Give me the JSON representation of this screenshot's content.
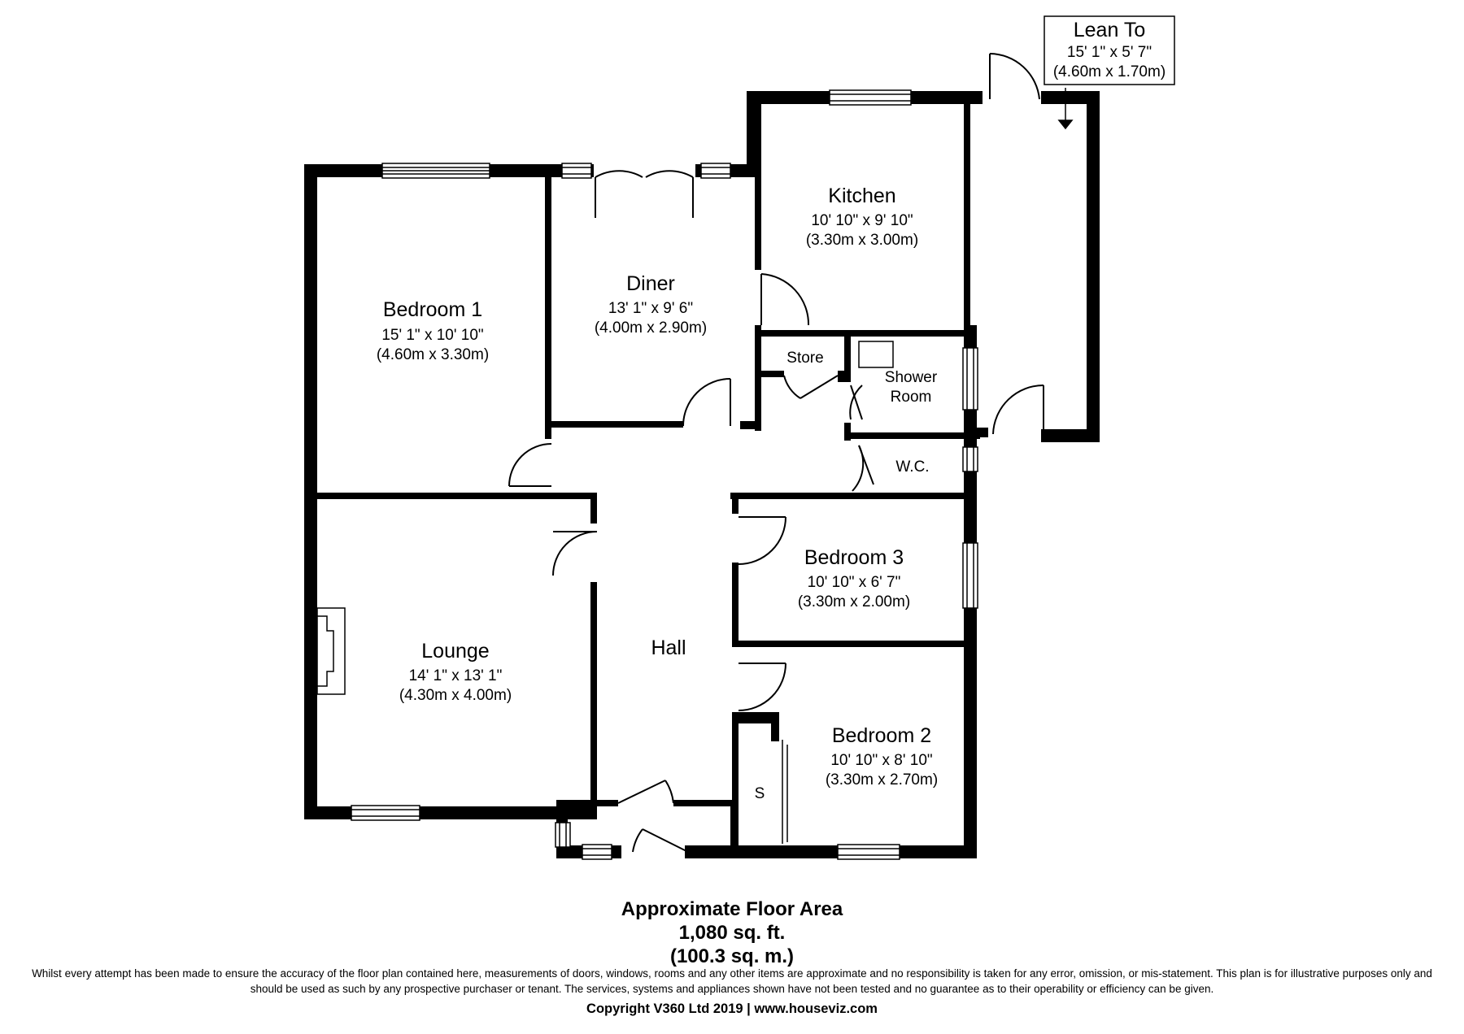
{
  "rooms": {
    "bedroom1": {
      "name": "Bedroom 1",
      "dim_imperial": "15' 1\" x 10' 10\"",
      "dim_metric": "(4.60m x 3.30m)"
    },
    "diner": {
      "name": "Diner",
      "dim_imperial": "13' 1\" x 9' 6\"",
      "dim_metric": "(4.00m x 2.90m)"
    },
    "kitchen": {
      "name": "Kitchen",
      "dim_imperial": "10' 10\" x 9' 10\"",
      "dim_metric": "(3.30m x 3.00m)"
    },
    "lean_to": {
      "name": "Lean To",
      "dim_imperial": "15' 1\" x 5' 7\"",
      "dim_metric": "(4.60m x 1.70m)"
    },
    "store": {
      "name": "Store"
    },
    "shower": {
      "name_line1": "Shower",
      "name_line2": "Room"
    },
    "wc": {
      "name": "W.C."
    },
    "bedroom3": {
      "name": "Bedroom 3",
      "dim_imperial": "10' 10\" x 6' 7\"",
      "dim_metric": "(3.30m x 2.00m)"
    },
    "hall": {
      "name": "Hall"
    },
    "lounge": {
      "name": "Lounge",
      "dim_imperial": "14' 1\" x 13' 1\"",
      "dim_metric": "(4.30m x 4.00m)"
    },
    "bedroom2": {
      "name": "Bedroom 2",
      "dim_imperial": "10' 10\" x 8' 10\"",
      "dim_metric": "(3.30m x 2.70m)"
    },
    "storage": {
      "name": "S"
    }
  },
  "footer": {
    "area_title": "Approximate Floor Area",
    "area_sqft": "1,080 sq. ft.",
    "area_sqm": "(100.3 sq. m.)",
    "disclaimer": "Whilst every attempt has been made to ensure the accuracy of the floor plan contained here, measurements of doors, windows, rooms and any other items are approximate and no responsibility is taken for any error, omission, or mis-statement. This plan is for illustrative purposes only and should be used as such by any prospective purchaser or tenant. The services, systems and appliances shown have not been tested and no guarantee as to their operability or efficiency can be given.",
    "copyright": "Copyright V360 Ltd 2019 | www.houseviz.com"
  }
}
